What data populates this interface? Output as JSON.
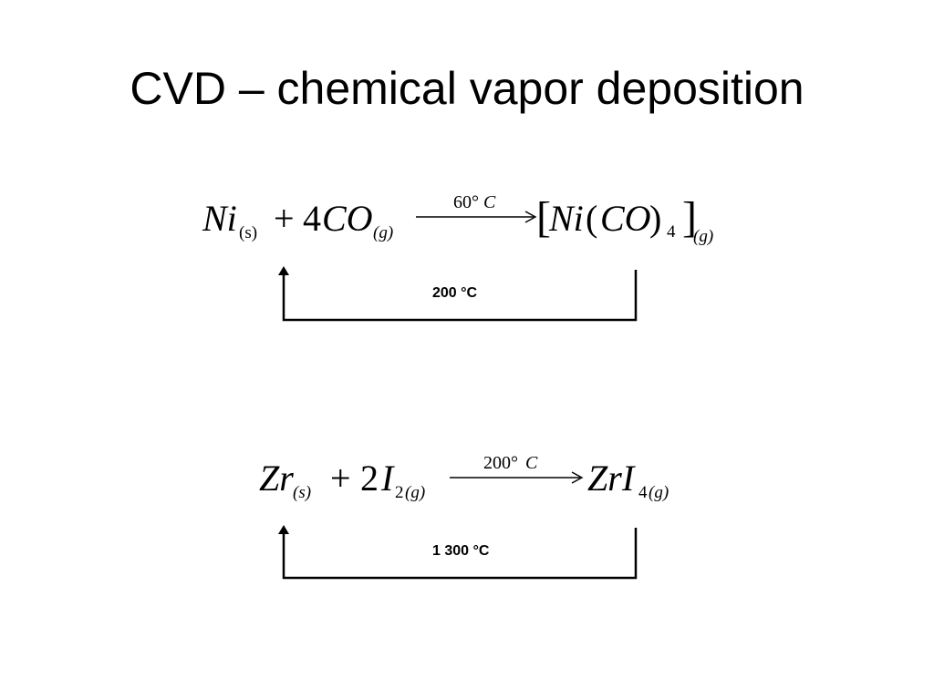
{
  "slide": {
    "title": "CVD – chemical vapor deposition"
  },
  "reaction1": {
    "reactant1_symbol": "Ni",
    "reactant1_state": "(s)",
    "plus": "+",
    "reactant2_coef": "4",
    "reactant2_symbol": "CO",
    "reactant2_state": "(g)",
    "condition_value": "60°",
    "condition_unit": "C",
    "bracket_open": "[",
    "product_ni": "Ni",
    "product_paren_open": "(",
    "product_co": "CO",
    "product_paren_close": ")",
    "product_index": "4",
    "bracket_close": "]",
    "product_state": "(g)",
    "cycle_label": "200 °C"
  },
  "reaction2": {
    "reactant1_symbol": "Zr",
    "reactant1_state": "(s)",
    "plus": "+",
    "reactant2_coef": "2",
    "reactant2_symbol": "I",
    "reactant2_index": "2",
    "reactant2_state": "(g)",
    "condition_value": "200°",
    "condition_unit": "C",
    "product_zr": "Zr",
    "product_i": "I",
    "product_index": "4",
    "product_state": "(g)",
    "cycle_label": "1 300 °C"
  }
}
